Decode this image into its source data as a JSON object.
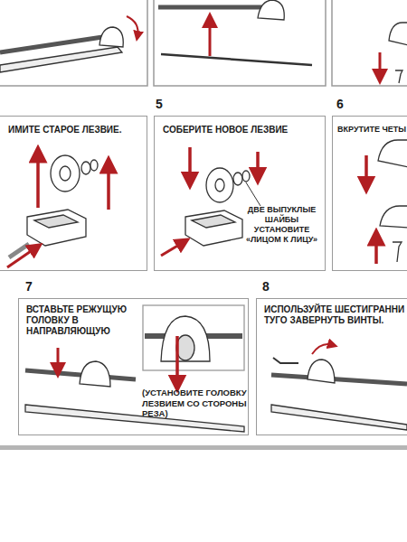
{
  "diagram": {
    "nodes": [
      {
        "text": [
          "ИМИТЕ СТАРОЕ ЛЕЗВИЕ."
        ]
      },
      {
        "text": [
          "5",
          "СОБЕРИТЕ НОВОЕ ЛЕЗВИЕ",
          "ДВЕ ВЫПУКЛЫЕ ШАЙБЫ УСТАНОВИТЕ «ЛИЦОМ К ЛИЦУ»"
        ]
      },
      {
        "text": [
          "6",
          "ВКРУТИТЕ ЧЕТЫ"
        ]
      },
      {
        "text": [
          "7",
          "ВСТАВЬТЕ РЕЖУЩУЮ ГОЛОВКУ В НАПРАВЛЯЮЩУЮ",
          "(УСТАНОВИТЕ ГОЛОВКУ ЛЕЗВИЕМ СО СТОРОНЫ РЕЗА)"
        ]
      },
      {
        "text": [
          "8",
          "ИСПОЛЬЗУЙТЕ ШЕСТИГРАННИ ТУГО ЗАВЕРНУТЬ ВИНТЫ."
        ]
      }
    ]
  }
}
